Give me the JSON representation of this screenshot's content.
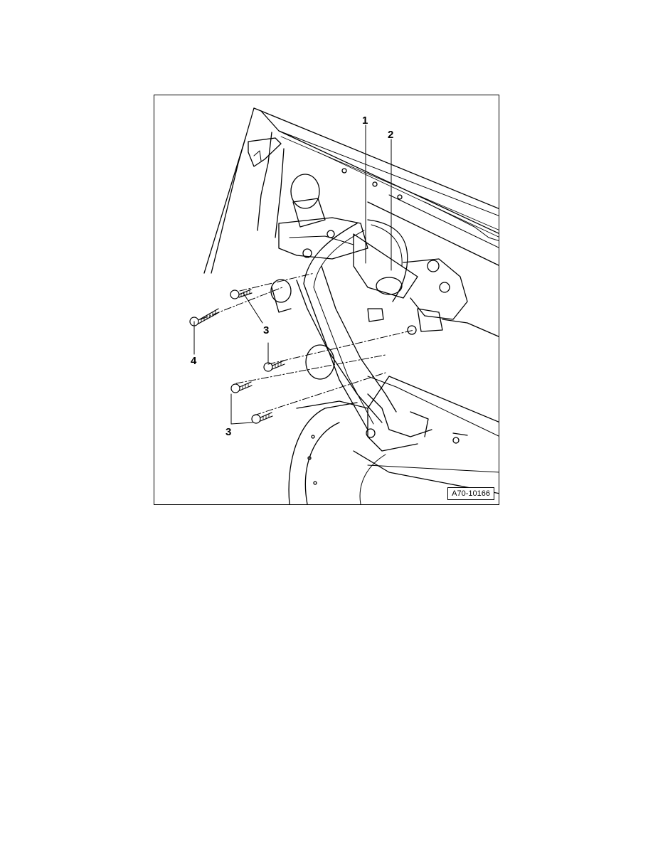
{
  "figure": {
    "id": "A70-10166",
    "callouts": [
      {
        "key": "1",
        "text": "1"
      },
      {
        "key": "2",
        "text": "2"
      },
      {
        "key": "3",
        "text": "3"
      },
      {
        "key": "3b",
        "text": "3"
      },
      {
        "key": "4",
        "text": "4"
      }
    ],
    "colors": {
      "line": "#000000",
      "background": "#ffffff"
    }
  }
}
